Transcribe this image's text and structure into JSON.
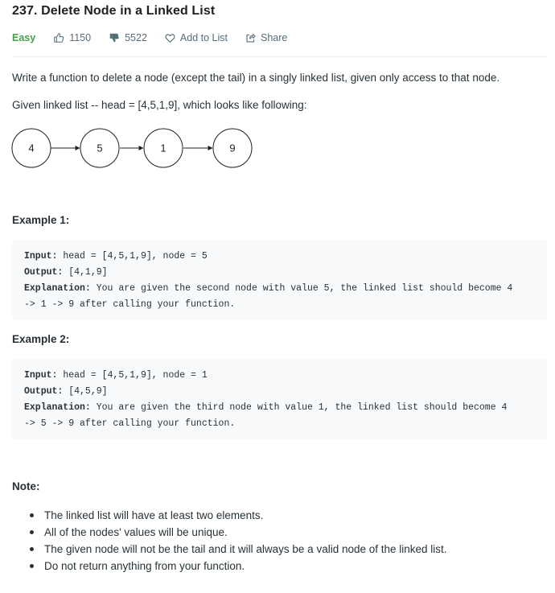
{
  "problem": {
    "title": "237. Delete Node in a Linked List",
    "difficulty": "Easy",
    "likes": "1150",
    "dislikes": "5522",
    "add_to_list": "Add to List",
    "share": "Share"
  },
  "description": {
    "p1": "Write a function to delete a node (except the tail) in a singly linked list, given only access to that node.",
    "p2": "Given linked list -- head = [4,5,1,9], which looks like following:",
    "nodes": [
      "4",
      "5",
      "1",
      "9"
    ]
  },
  "examples": [
    {
      "heading": "Example 1:",
      "input_label": "Input:",
      "input": " head = [4,5,1,9], node = 5",
      "output_label": "Output:",
      "output": " [4,1,9]",
      "explanation_label": "Explanation:",
      "explanation_1": " You are given the second node with value 5, the linked list should become 4",
      "explanation_2": "-> 1 -> 9 after calling your function."
    },
    {
      "heading": "Example 2:",
      "input_label": "Input:",
      "input": " head = [4,5,1,9], node = 1",
      "output_label": "Output:",
      "output": " [4,5,9]",
      "explanation_label": "Explanation:",
      "explanation_1": " You are given the third node with value 1, the linked list should become 4",
      "explanation_2": "-> 5 -> 9 after calling your function."
    }
  ],
  "note": {
    "heading": "Note:",
    "items": [
      "The linked list will have at least two elements.",
      "All of the nodes' values will be unique.",
      "The given node will not be the tail and it will always be a valid node of the linked list.",
      "Do not return anything from your function."
    ]
  },
  "colors": {
    "easy": "#43a047",
    "meta": "#546e7a",
    "code_bg": "#f7f9fa"
  },
  "icons": [
    "thumbs-up-icon",
    "thumbs-down-icon",
    "heart-icon",
    "share-icon"
  ]
}
